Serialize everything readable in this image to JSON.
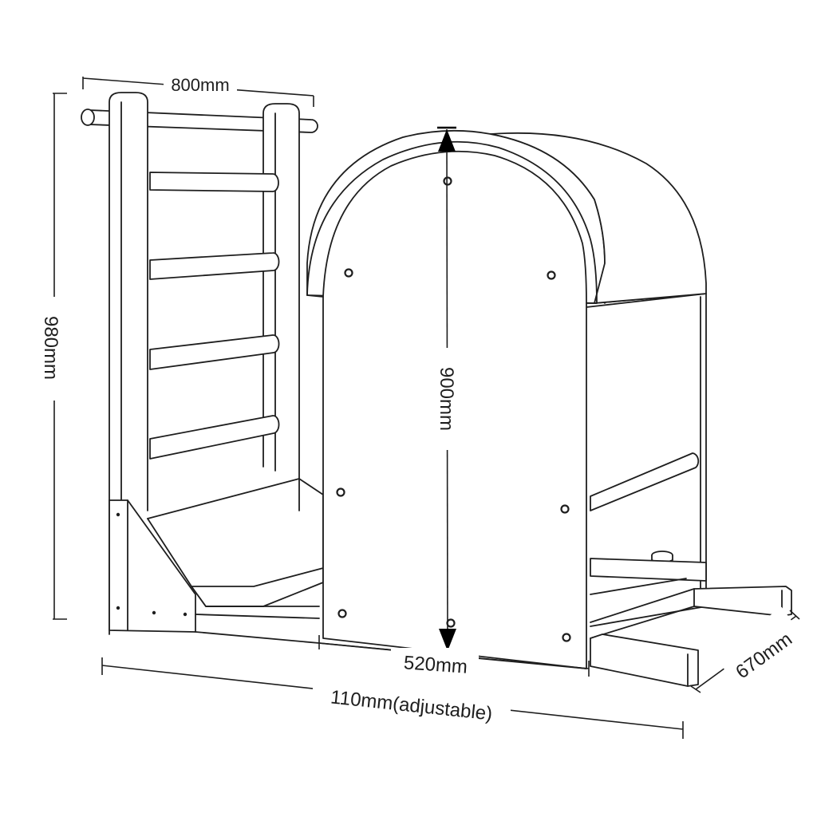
{
  "dimensions": {
    "top_width": "800mm",
    "total_height": "980mm",
    "barrel_height": "900mm",
    "barrel_width": "520mm",
    "overall_length": "110mm(adjustable)",
    "depth": "670mm"
  }
}
